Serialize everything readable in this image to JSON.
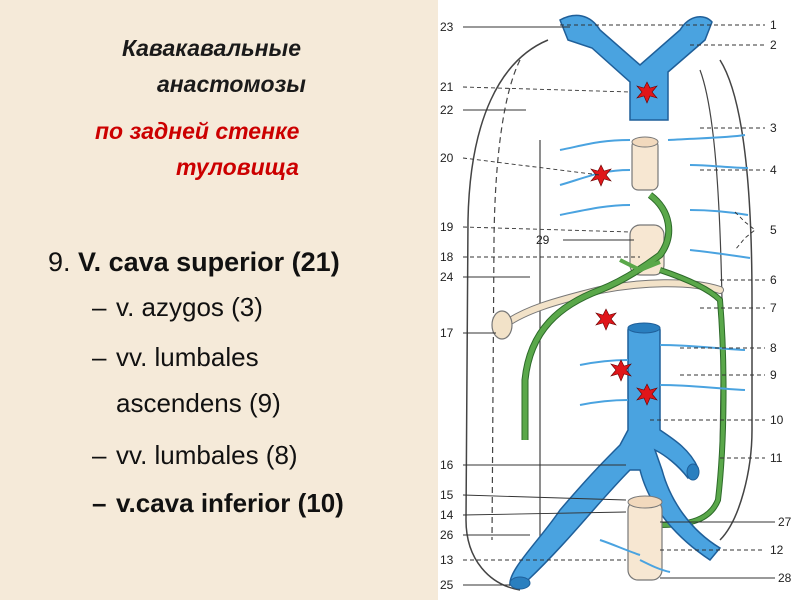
{
  "title": {
    "line1": "Кавакавальные",
    "line2": "анастомозы",
    "line3": "по задней стенке",
    "line4": "туловища"
  },
  "main_item": {
    "number": "9.",
    "text": "V. cava superior (21)"
  },
  "sub_items": [
    {
      "dash": "–",
      "text": "v. azygos (3)"
    },
    {
      "dash": "–",
      "text": "vv. lumbales"
    },
    {
      "text": "ascendens (9)"
    },
    {
      "dash": "–",
      "text": "vv. lumbales (8)"
    },
    {
      "dash": "–",
      "text": "v.cava inferior (10)"
    }
  ],
  "figure": {
    "labels": {
      "l1": "1",
      "l2": "2",
      "l3": "3",
      "l4": "4",
      "l5": "5",
      "l6": "6",
      "l7": "7",
      "l8": "8",
      "l9": "9",
      "l10": "10",
      "l11": "11",
      "l12": "12",
      "l13": "13",
      "l14": "14",
      "l15": "15",
      "l16": "16",
      "l17": "17",
      "l18": "18",
      "l19": "19",
      "l20": "20",
      "l21": "21",
      "l22": "22",
      "l23": "23",
      "l24": "24",
      "l25": "25",
      "l26": "26",
      "l27": "27",
      "l28": "28",
      "l29": "29"
    },
    "colors": {
      "vein": "#4aa3e0",
      "vein_outline": "#1f5f99",
      "anastomosis": "#5aa84a",
      "anastomosis_outline": "#2d6a2a",
      "marker": "#e0161a",
      "background": "#ffffff",
      "slide_background": "#f5ead9",
      "title_accent": "#cc0000"
    }
  }
}
